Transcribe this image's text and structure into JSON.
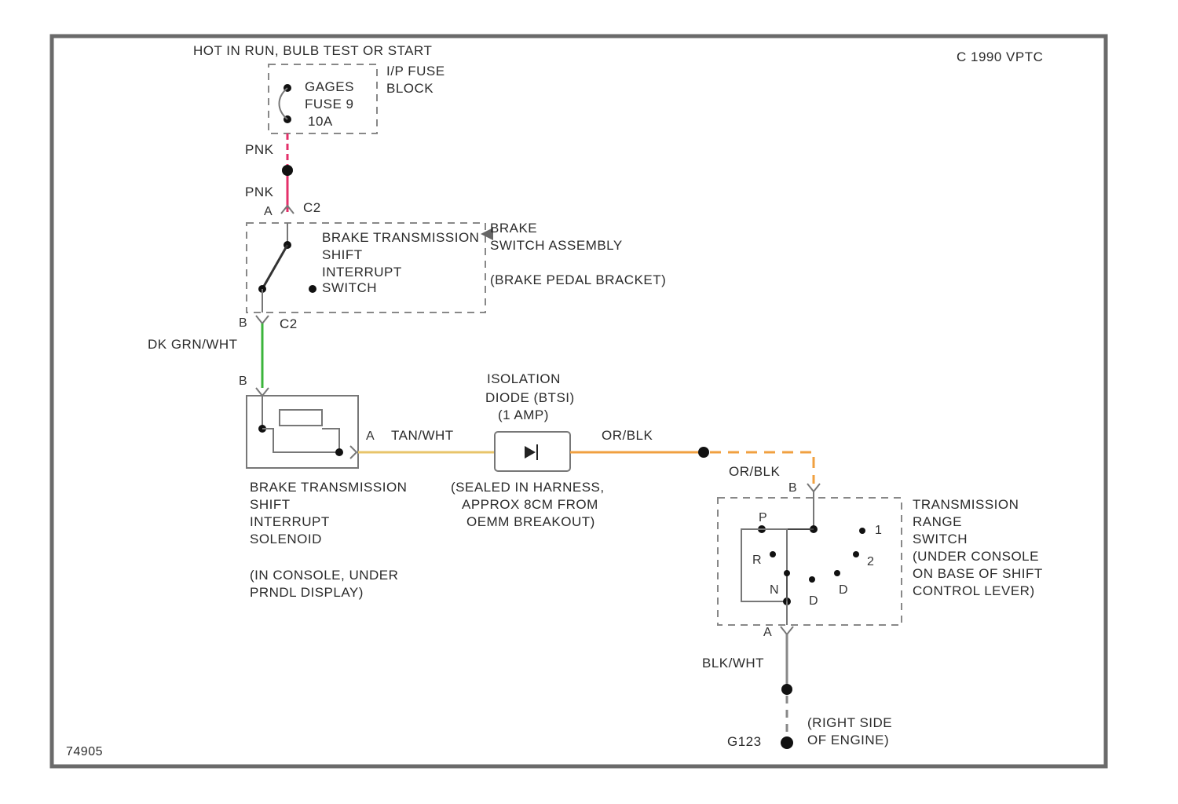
{
  "header": {
    "hot_label": "HOT IN RUN, BULB TEST OR START",
    "model_label": "C 1990 VPTC"
  },
  "fuse_block": {
    "fuse_name": "GAGES",
    "fuse_num": "FUSE 9",
    "fuse_amp": "10A",
    "location_1": "I/P FUSE",
    "location_2": "BLOCK"
  },
  "wires": {
    "pink_upper": "PNK",
    "pink_lower": "PNK",
    "dk_grn_wht": "DK GRN/WHT",
    "tan_wht": "TAN/WHT",
    "or_blk_1": "OR/BLK",
    "or_blk_2": "OR/BLK",
    "blk_wht": "BLK/WHT",
    "colors": {
      "pink": "#e4306a",
      "green": "#3bb43b",
      "tan": "#e8c46a",
      "orange": "#f0a040",
      "black": "#888888"
    }
  },
  "connectors": {
    "c2_top": "C2",
    "c2_bottom": "C2",
    "pin_a_top": "A",
    "pin_b_switch": "B",
    "pin_b_solenoid": "B",
    "pin_a_solenoid": "A",
    "pin_b_range": "B",
    "pin_a_range": "A"
  },
  "brake_switch": {
    "line1": "BRAKE TRANSMISSION",
    "line2": "SHIFT",
    "line3": "INTERRUPT",
    "line4": "SWITCH",
    "assembly_1": "BRAKE",
    "assembly_2": "SWITCH ASSEMBLY",
    "assembly_3": "(BRAKE PEDAL BRACKET)"
  },
  "solenoid": {
    "line1": "BRAKE TRANSMISSION",
    "line2": "SHIFT",
    "line3": "INTERRUPT",
    "line4": "SOLENOID",
    "loc1": "(IN CONSOLE, UNDER",
    "loc2": "PRNDL DISPLAY)"
  },
  "diode": {
    "line1": "ISOLATION",
    "line2": "DIODE (BTSI)",
    "line3": "(1 AMP)",
    "note1": "(SEALED IN HARNESS,",
    "note2": "APPROX 8CM FROM",
    "note3": "OEMM BREAKOUT)"
  },
  "range_switch": {
    "line1": "TRANSMISSION",
    "line2": "RANGE",
    "line3": "SWITCH",
    "line4": "(UNDER CONSOLE",
    "line5": "ON BASE OF SHIFT",
    "line6": "CONTROL LEVER)",
    "pos_p": "P",
    "pos_r": "R",
    "pos_n": "N",
    "pos_d_low": "D",
    "pos_d": "D",
    "pos_2": "2",
    "pos_1": "1"
  },
  "ground": {
    "id": "G123",
    "loc1": "(RIGHT SIDE",
    "loc2": "OF ENGINE)"
  },
  "footer": {
    "figure_id": "74905"
  }
}
